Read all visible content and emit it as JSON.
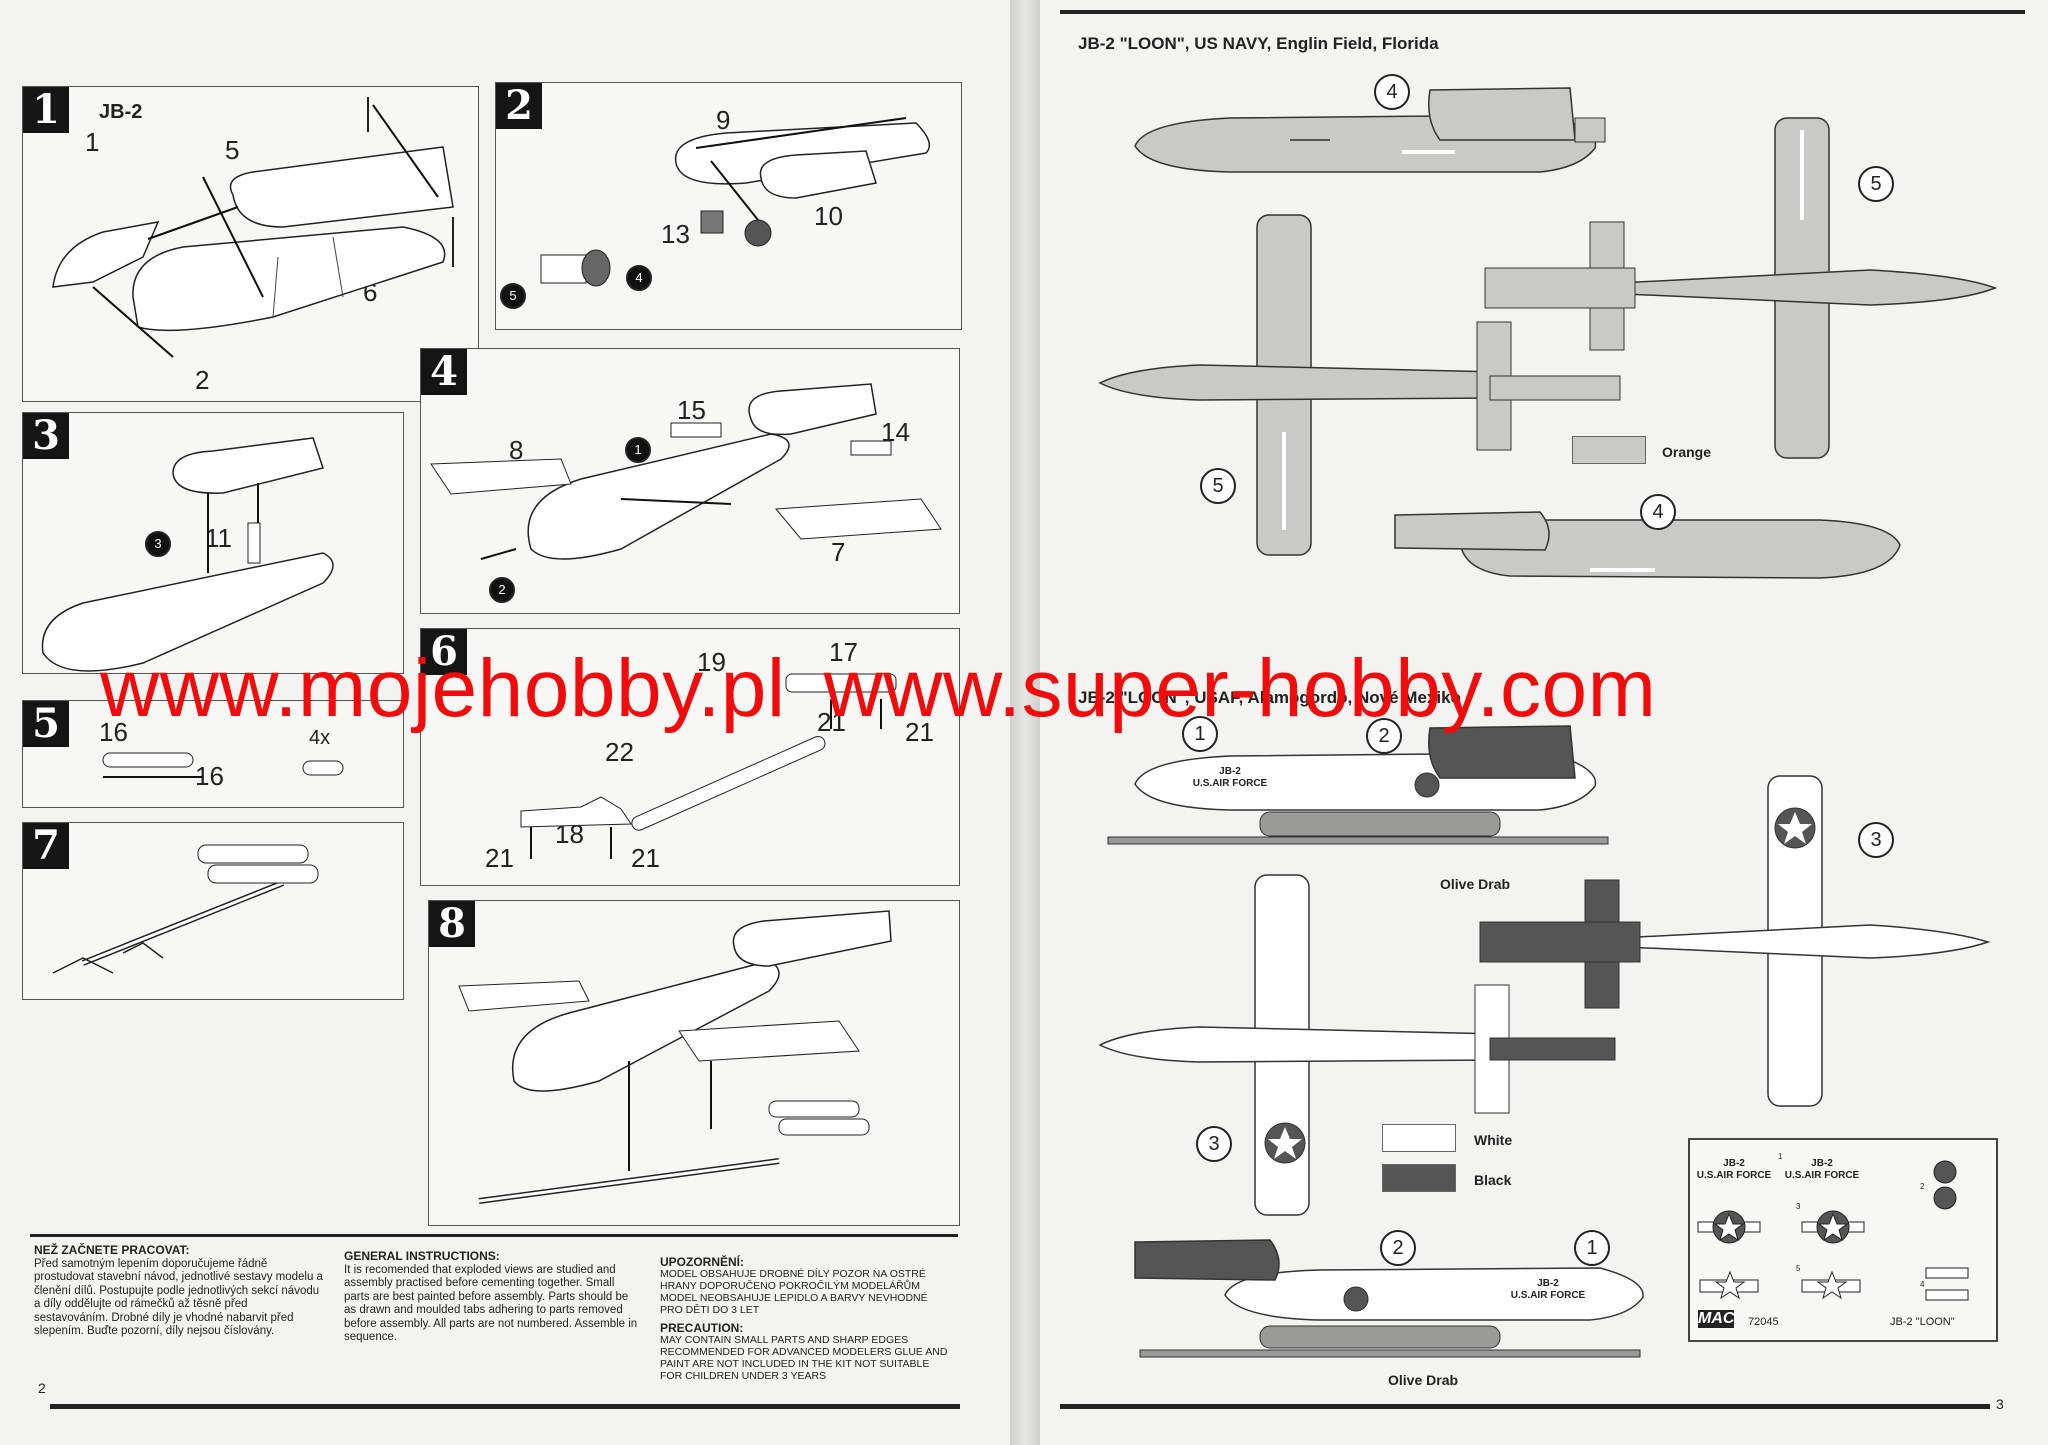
{
  "left_page": {
    "page_number": "2",
    "steps": [
      {
        "badge": "1",
        "title": "JB-2",
        "parts": [
          "1",
          "5",
          "6",
          "2"
        ]
      },
      {
        "badge": "2",
        "parts": [
          "9",
          "13",
          "10"
        ],
        "callouts": [
          "5",
          "4"
        ]
      },
      {
        "badge": "3",
        "parts": [
          "11"
        ],
        "callouts": [
          "3"
        ]
      },
      {
        "badge": "4",
        "parts": [
          "15",
          "8",
          "14",
          "7"
        ],
        "callouts": [
          "1",
          "2"
        ]
      },
      {
        "badge": "5",
        "parts": [
          "16",
          "16",
          "4x"
        ]
      },
      {
        "badge": "6",
        "parts": [
          "19",
          "17",
          "21",
          "22",
          "21",
          "18",
          "21",
          "21"
        ]
      },
      {
        "badge": "7"
      },
      {
        "badge": "8"
      }
    ],
    "instructions": {
      "czech_heading": "NEŽ ZAČNETE PRACOVAT:",
      "czech_text": "Před samotným lepením doporučujeme řádně prostudovat stavební návod, jednotlivé sestavy modelu a členění dílů. Postupujte podle jednotlivých sekcí návodu a díly oddělujte od rámečků až těsně před sestavováním. Drobné díly je vhodné nabarvit před slepením. Buďte pozorní, díly nejsou číslovány.",
      "general_heading": "GENERAL INSTRUCTIONS:",
      "general_text": "It is recomended that exploded views are studied and assembly practised before cementing together. Small parts are best painted before assembly. Parts should be as drawn and moulded tabs adhering to parts removed before assembly. All parts are not numbered. Assemble in sequence.",
      "warning_heading": "UPOZORNĚNÍ:",
      "warning_text": "MODEL OBSAHUJE DROBNÉ DÍLY POZOR NA OSTRÉ HRANY DOPORUČENO POKROČILÝM MODELÁŘŮM MODEL NEOBSAHUJE LEPIDLO A BARVY NEVHODNÉ PRO DĚTI DO 3 LET",
      "precaution_heading": "PRECAUTION:",
      "precaution_text": "MAY CONTAIN SMALL PARTS AND SHARP EDGES RECOMMENDED FOR ADVANCED MODELERS GLUE AND PAINT ARE NOT INCLUDED IN THE KIT NOT SUITABLE FOR CHILDREN UNDER 3 YEARS"
    }
  },
  "right_page": {
    "page_number": "3",
    "scheme1_title": "JB-2 \"LOON\", US NAVY, Englin Field, Florida",
    "scheme2_title": "JB-2 \"LOON\", USAF, Alamogordo, Nové Mexiko",
    "colors": {
      "orange_label": "Orange",
      "olive_drab_label": "Olive Drab",
      "white_label": "White",
      "black_label": "Black",
      "orange_hex": "#c9c9c7",
      "black_hex": "#555555",
      "white_hex": "#ffffff"
    },
    "fuselage_marking": "JB-2\nU.S.AIR FORCE",
    "callouts": [
      "4",
      "5",
      "5",
      "4",
      "1",
      "2",
      "3",
      "3",
      "2",
      "1"
    ],
    "decal_sheet": {
      "brand": "MAC",
      "kit_number": "72045",
      "name": "JB-2 \"LOON\"",
      "label_a": "JB-2\nU.S.AIR FORCE",
      "numbers": [
        "1",
        "2",
        "3",
        "4",
        "5"
      ]
    }
  },
  "watermark": {
    "text1": "www.mojehobby.pl",
    "text2": "www.super-hobby.com",
    "color": "#f10b0b"
  }
}
